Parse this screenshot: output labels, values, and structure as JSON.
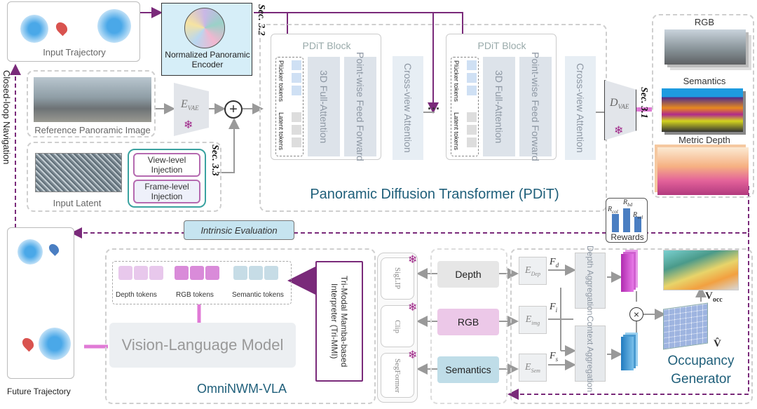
{
  "top": {
    "input_trajectory": "Input Trajectory",
    "encoder": "Normalized Panoramic Encoder",
    "sec32": "Sec. 3.2",
    "ref_image": "Reference Panoramic Image",
    "evae": "E",
    "evae_sub": "VAE",
    "input_latent": "Input Latent",
    "view_injection": "View-level Injection",
    "frame_injection": "Frame-level Injection",
    "sec33": "Sec. 3.3",
    "pdit_title": "Panoramic Diffusion Transformer (PDiT)",
    "pdit_block": "PDiT Block",
    "plucker": "Plücker tokens",
    "latent_tokens": "Latent tokens",
    "full_attention": "3D Full-Attention",
    "feed_forward": "Point-wise Feed Forward",
    "cross_view": "Cross-view Attention",
    "ellipsis": "···",
    "dvae": "D",
    "dvae_sub": "VAE",
    "sec31": "Sec. 3.1",
    "rgb": "RGB",
    "semantics": "Semantics",
    "metric_depth": "Metric Depth",
    "closed_loop": "Closed-loop Navigation"
  },
  "bottom": {
    "intrinsic": "Intrinsic Evaluation",
    "rewards": "Rewards",
    "r_col": "R",
    "r_col_sub": "col",
    "r_bd": "R",
    "r_bd_sub": "bd",
    "r_vel": "R",
    "r_vel_sub": "vel",
    "future_trajectory": "Future Trajectory",
    "depth_tokens": "Depth tokens",
    "rgb_tokens": "RGB tokens",
    "semantic_tokens": "Semantic tokens",
    "vlm": "Vision-Language Model",
    "omni_title": "OmniNWM-VLA",
    "trimmi": "Tri-Modal Mamba-based Interpreter (Tri-MMI)",
    "siglip": "SigLIP",
    "clip": "Clip",
    "segformer": "SegFormer",
    "depth": "Depth",
    "rgb": "RGB",
    "semantics": "Semantics",
    "e_dep": "E",
    "e_dep_sub": "Dep",
    "e_img": "E",
    "e_img_sub": "img",
    "e_sem": "E",
    "e_sem_sub": "Sem",
    "f_d": "F",
    "f_d_sub": "d",
    "f_i": "F",
    "f_i_sub": "i",
    "f_s": "F",
    "f_s_sub": "s",
    "depth_agg": "Depth Aggregation",
    "context_agg": "Context Aggregation",
    "v_occ": "V",
    "v_occ_sub": "occ",
    "v_hat": "V̂",
    "occ_gen": "Occupancy Generator"
  },
  "colors": {
    "arrow": "#7a2a7a",
    "pink": "#e07ad6",
    "block": "#dde3ea",
    "teal": "#1f5f7a"
  }
}
